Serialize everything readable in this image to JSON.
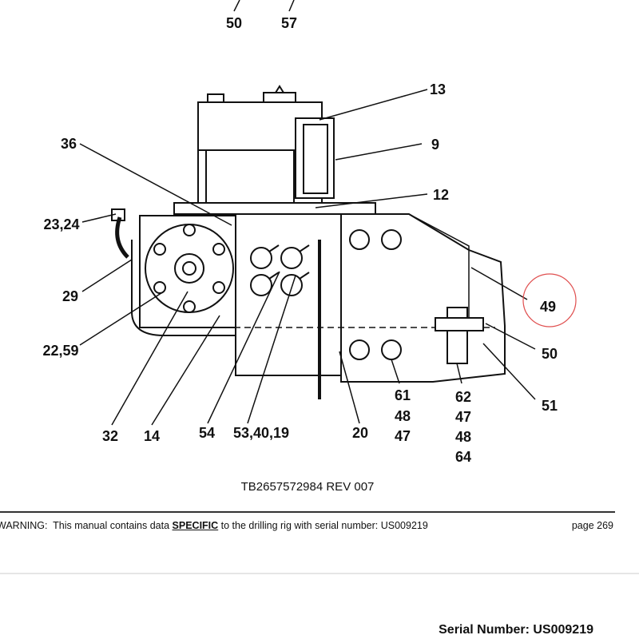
{
  "diagram": {
    "callouts": {
      "c50_top": "50",
      "c57": "57",
      "c13": "13",
      "c9": "9",
      "c36": "36",
      "c12": "12",
      "c23_24": "23,24",
      "c29": "29",
      "c49": "49",
      "c22_59": "22,59",
      "c50": "50",
      "c51": "51",
      "c61": "61",
      "c48a": "48",
      "c47a": "47",
      "c62": "62",
      "c47b": "47",
      "c48b": "48",
      "c64": "64",
      "c32": "32",
      "c14": "14",
      "c54": "54",
      "c53_40_19": "53,40,19",
      "c20": "20"
    },
    "highlight_color": "#e05050"
  },
  "document": {
    "doc_number": "TB2657572984 REV 007",
    "warning_prefix": "WARNING:  This manual contains data ",
    "warning_emphasis": "SPECIFIC",
    "warning_suffix": " to the drilling rig with serial number: US009219",
    "page_label": "page 269",
    "serial_label": "Serial Number: US009219"
  }
}
